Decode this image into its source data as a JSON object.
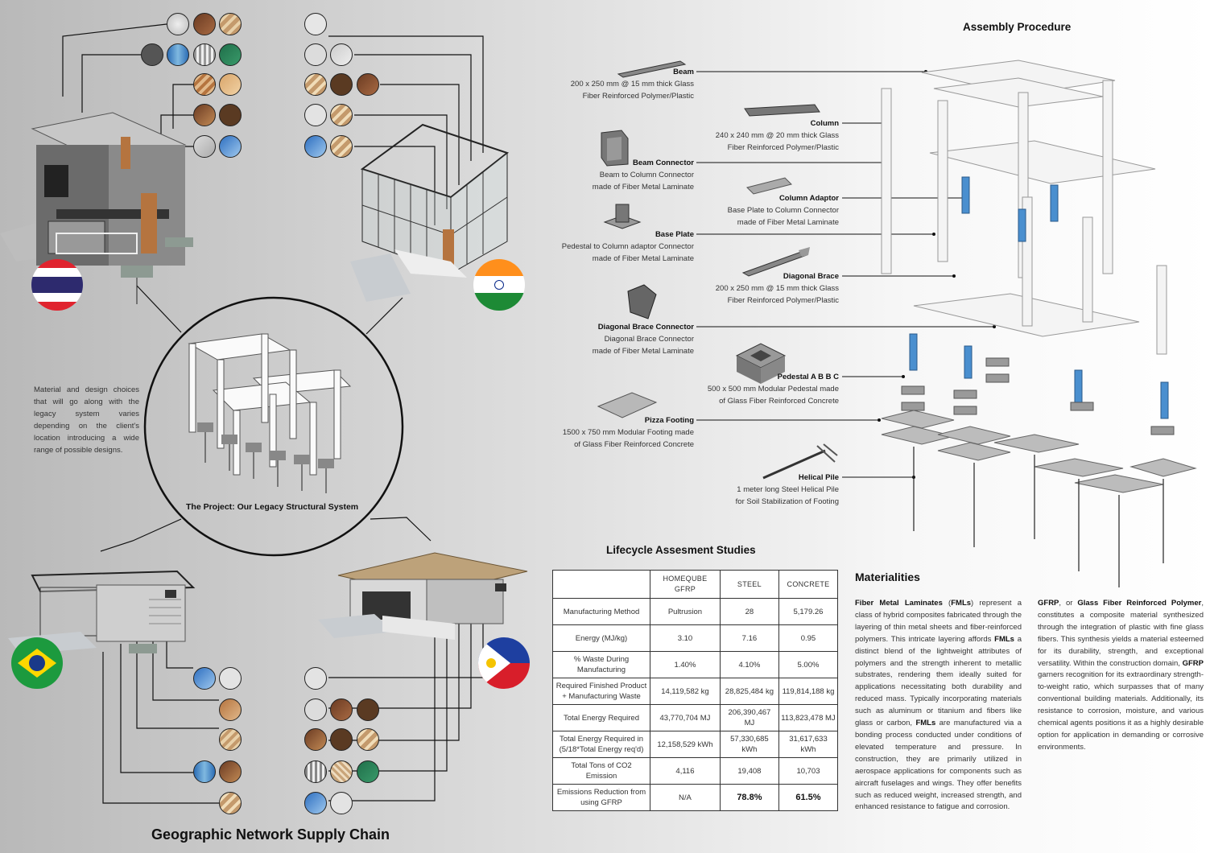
{
  "titles": {
    "assembly": "Assembly Procedure",
    "lifecycle": "Lifecycle Assesment Studies",
    "materialities": "Materialities",
    "supply_chain": "Geographic Network Supply Chain",
    "project": "The Project: Our Legacy Structural System"
  },
  "intro_text": "Material and design choices that will go along with the legacy system varies depending on the client's location introducing a wide range of possible designs.",
  "components": [
    {
      "id": "beam",
      "name": "Beam",
      "desc1": "200 x 250 mm @ 15 mm thick Glass",
      "desc2": "Fiber Reinforced Polymer/Plastic"
    },
    {
      "id": "column",
      "name": "Column",
      "desc1": "240 x 240 mm @ 20 mm thick Glass",
      "desc2": "Fiber Reinforced Polymer/Plastic"
    },
    {
      "id": "beam_connector",
      "name": "Beam Connector",
      "desc1": "Beam to Column Connector",
      "desc2": "made of Fiber Metal Laminate"
    },
    {
      "id": "column_adaptor",
      "name": "Column Adaptor",
      "desc1": "Base Plate to Column Connector",
      "desc2": "made of Fiber Metal Laminate"
    },
    {
      "id": "base_plate",
      "name": "Base Plate",
      "desc1": "Pedestal to Column adaptor Connector",
      "desc2": "made of Fiber Metal Laminate"
    },
    {
      "id": "diagonal_brace",
      "name": "Diagonal Brace",
      "desc1": "200 x 250 mm @ 15 mm thick Glass",
      "desc2": "Fiber Reinforced Polymer/Plastic"
    },
    {
      "id": "diagonal_brace_connector",
      "name": "Diagonal Brace Connector",
      "desc1": "Diagonal Brace Connector",
      "desc2": "made of Fiber Metal Laminate"
    },
    {
      "id": "pedestal",
      "name": "Pedestal A B B C",
      "desc1": "500 x 500 mm Modular Pedestal made",
      "desc2": "of Glass Fiber Reinforced Concrete"
    },
    {
      "id": "pizza_footing",
      "name": "Pizza Footing",
      "desc1": "1500 x 750 mm Modular Footing made",
      "desc2": "of Glass Fiber Reinforced Concrete"
    },
    {
      "id": "helical_pile",
      "name": "Helical Pile",
      "desc1": "1 meter long Steel Helical Pile",
      "desc2": "for Soil Stabilization of Footing"
    }
  ],
  "lca": {
    "headers": [
      "",
      "HOMEQUBE GFRP",
      "STEEL",
      "CONCRETE"
    ],
    "rows": [
      [
        "Manufacturing Method",
        "Pultrusion",
        "28",
        "5,179.26"
      ],
      [
        "Energy (MJ/kg)",
        "3.10",
        "7.16",
        "0.95"
      ],
      [
        "% Waste During Manufacturing",
        "1.40%",
        "4.10%",
        "5.00%"
      ],
      [
        "Required Finished Product + Manufacturing Waste",
        "14,119,582 kg",
        "28,825,484 kg",
        "119,814,188 kg"
      ],
      [
        "Total Energy Required",
        "43,770,704 MJ",
        "206,390,467 MJ",
        "113,823,478 MJ"
      ],
      [
        "Total Energy Required in (5/18*Total Energy req'd)",
        "12,158,529 kWh",
        "57,330,685 kWh",
        "31,617,633 kWh"
      ],
      [
        "Total Tons of CO2 Emission",
        "4,116",
        "19,408",
        "10,703"
      ],
      [
        "Emissions Reduction from using GFRP",
        "N/A",
        "78.8%",
        "61.5%"
      ]
    ]
  },
  "materialities": {
    "fml": {
      "t1": "Fiber Metal Laminates",
      "t2": " (",
      "t3": "FMLs",
      "t4": ") represent a class of hybrid composites fabricated through the layering of thin metal sheets and fiber-reinforced polymers. This intricate layering affords ",
      "t5": "FMLs",
      "t6": " a distinct blend of the lightweight attributes of polymers and the strength inherent to metallic substrates, rendering them ideally suited for applications necessitating both durability and reduced mass. Typically incorporating materials such as aluminum or titanium and fibers like glass or carbon, ",
      "t7": "FMLs",
      "t8": " are manufactured via a bonding process conducted under conditions of elevated temperature and pressure. In construction, they are primarily utilized in aerospace applications for components such as aircraft fuselages and wings. They offer benefits such as reduced weight, increased strength, and enhanced resistance to fatigue and corrosion."
    },
    "gfrp": {
      "t1": "GFRP",
      "t2": ", or ",
      "t3": "Glass Fiber Reinforced Polymer",
      "t4": ", constitutes a composite material synthesized through the integration of plastic with fine glass fibers. This synthesis yields a material esteemed for its durability, strength, and exceptional versatility. Within the construction domain, ",
      "t5": "GFRP",
      "t6": " garners recognition for its extraordinary strength-to-weight ratio, which surpasses that of many conventional building materials. Additionally, its resistance to corrosion, moisture, and various chemical agents positions it as a highly desirable option for application in demanding or corrosive environments."
    }
  },
  "flags": [
    "thailand-flag",
    "india-flag",
    "brazil-flag",
    "philippines-flag"
  ],
  "colors": {
    "line": "#111111",
    "bg_start": "#b9b9b9",
    "bg_end": "#ffffff"
  }
}
